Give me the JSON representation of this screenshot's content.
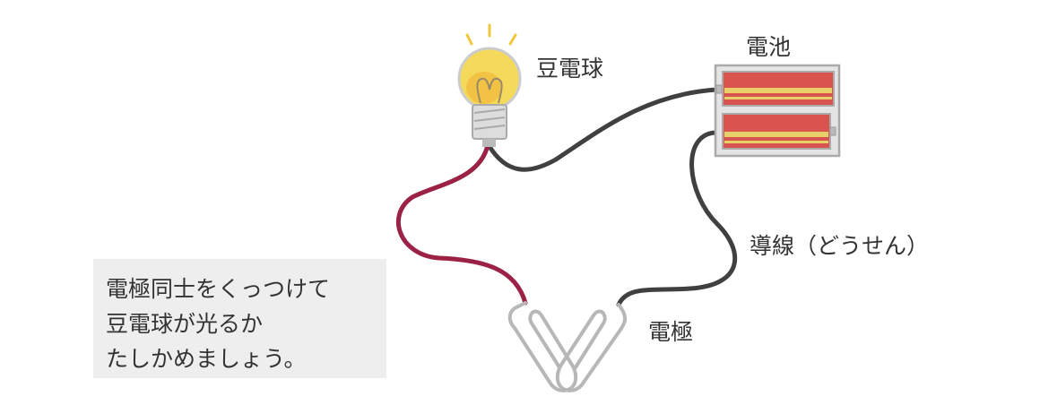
{
  "labels": {
    "bulb": "豆電球",
    "battery": "電池",
    "wire": "導線（どうせん）",
    "electrode": "電極"
  },
  "note": {
    "lines": [
      "電極同士をくっつけて",
      "豆電球が光るか",
      "たしかめましょう。"
    ]
  },
  "colors": {
    "wire_dark": "#404040",
    "wire_red": "#9b2245",
    "battery_red": "#d9534f",
    "battery_yellow": "#e8cf6a",
    "bulb_glass": "#f5d95a",
    "bulb_glow": "#f0c63c",
    "note_bg": "#eeeeee"
  },
  "icons": [
    "light-bulb-icon",
    "battery-pack-icon",
    "paperclip-icon"
  ]
}
